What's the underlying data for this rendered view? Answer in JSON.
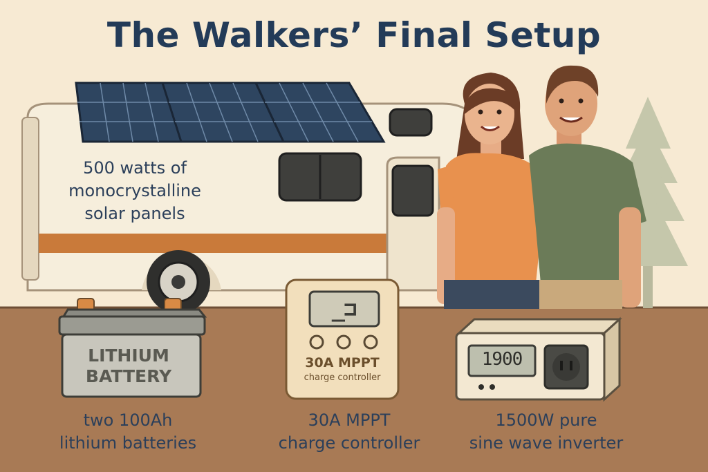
{
  "title": "The Walkers’ Final Setup",
  "rv": {
    "label_lines": [
      "500 watts of",
      "monocrystalline",
      "solar panels"
    ]
  },
  "battery": {
    "case_text": [
      "LITHIUM",
      "BATTERY"
    ],
    "label_lines": [
      "two 100Ah",
      "lithium batteries"
    ]
  },
  "controller": {
    "screen_text": "_⊐",
    "case_title": "30A MPPT",
    "case_subtitle": "charge controller",
    "label_lines": [
      "30A MPPT",
      "charge controller"
    ]
  },
  "inverter": {
    "screen_text": "1900",
    "label_lines": [
      "1500W pure",
      "sine wave inverter"
    ]
  },
  "colors": {
    "background": "#f7ead3",
    "ground": "#a87a55",
    "title": "#233b58",
    "rv_stripe": "#c97a3a",
    "panel": "#2e4560"
  }
}
